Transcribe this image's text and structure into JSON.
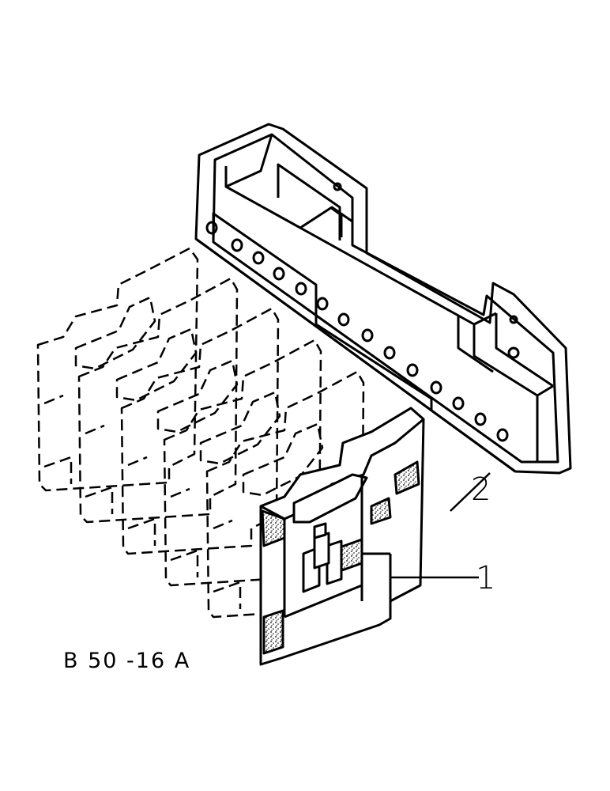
{
  "figure": {
    "code": "B 50 -16 A",
    "callouts": [
      {
        "number": "2"
      },
      {
        "number": "1"
      }
    ],
    "colors": {
      "ink": "#000000",
      "paper": "#ffffff"
    }
  }
}
